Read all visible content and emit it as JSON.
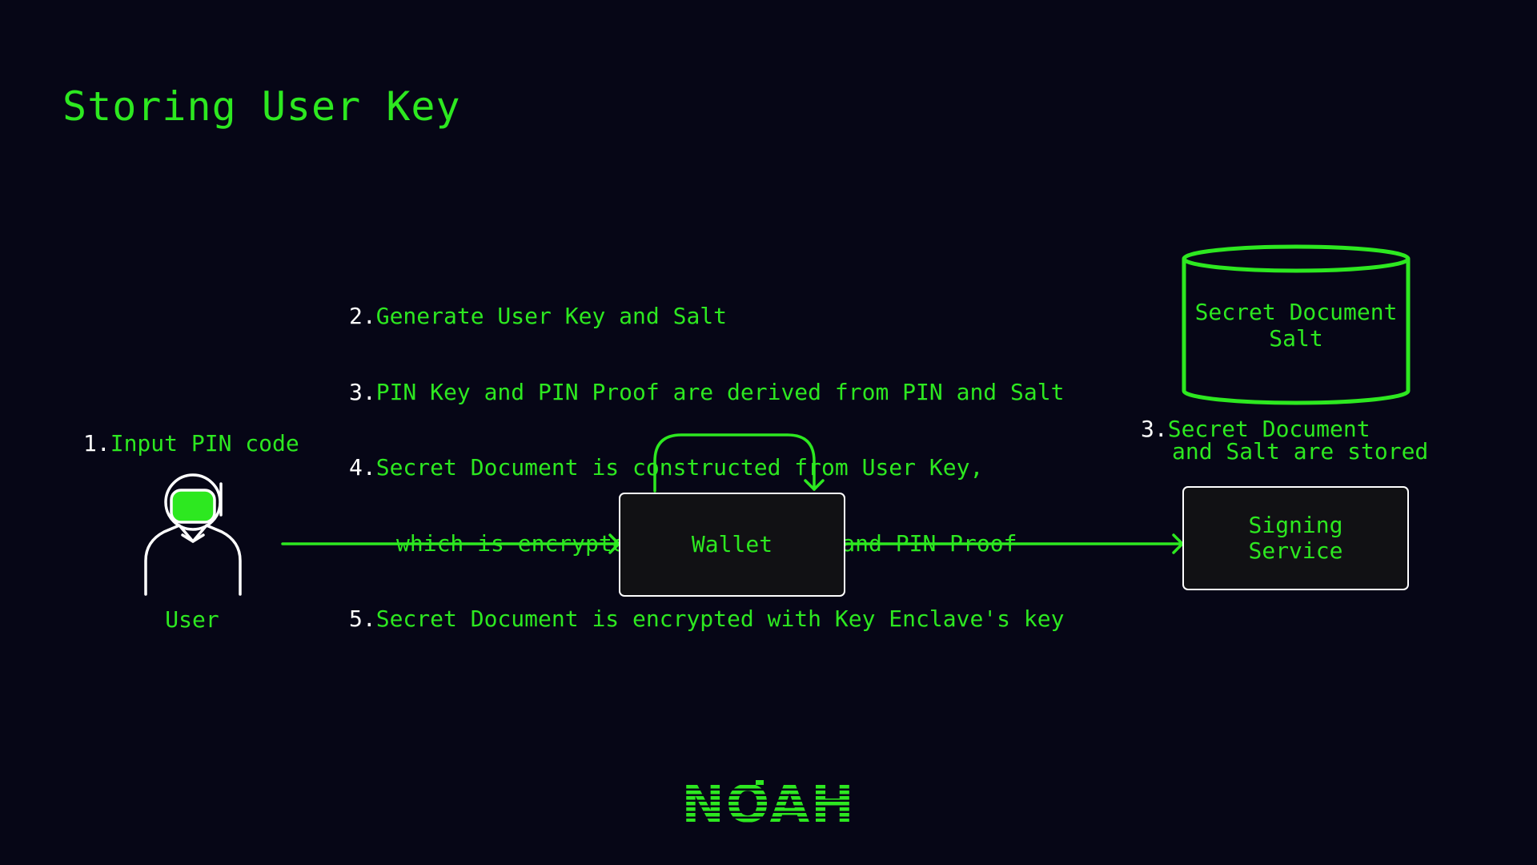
{
  "title": "Storing User Key",
  "steps": [
    {
      "num": "2.",
      "text": "Generate User Key and Salt"
    },
    {
      "num": "3.",
      "text": "PIN Key and PIN Proof are derived from PIN and Salt"
    },
    {
      "num": "4.",
      "text": "Secret Document is constructed from User Key,",
      "cont": "which is encrypted with PIN Key, and PIN Proof"
    },
    {
      "num": "5.",
      "text": "Secret Document is encrypted with Key Enclave's key"
    }
  ],
  "user_step": {
    "num": "1.",
    "text": "Input PIN code"
  },
  "store_step": {
    "num": "3.",
    "text": "Secret Document",
    "cont": "and Salt are stored"
  },
  "actors": {
    "user_label": "User"
  },
  "nodes": {
    "wallet": "Wallet",
    "signing_service": "Signing\nService",
    "database": "Secret Document\nSalt"
  },
  "logo": {
    "text": "NOAH"
  },
  "colors": {
    "background": "#060616",
    "accent": "#2de820",
    "box_fill": "#111114",
    "outline": "#ffffff"
  },
  "icons": {
    "user": "astronaut-user-icon",
    "database": "database-cylinder-icon"
  }
}
